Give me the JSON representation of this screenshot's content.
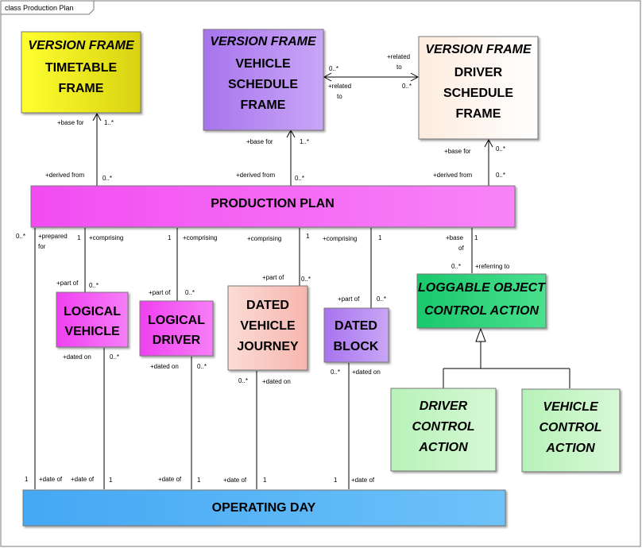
{
  "frame_title": "class Production Plan",
  "colors": {
    "timetable": "#f2ee22",
    "vehicle_schedule": "#b487f0",
    "driver_schedule": "#fdf2ea",
    "production_plan": "#f45af4",
    "logical": "#f45af4",
    "dated_journey": "#fbd2cc",
    "dated_block": "#b487f0",
    "loggable": "#2ad27a",
    "control_action": "#c4f5c4",
    "operating_day": "#4fb0f5"
  },
  "classes": {
    "timetable_frame": {
      "stereotype": "VERSION FRAME",
      "name_lines": [
        "TIMETABLE",
        "FRAME"
      ]
    },
    "vehicle_schedule_frame": {
      "stereotype": "VERSION FRAME",
      "name_lines": [
        "VEHICLE",
        "SCHEDULE",
        "FRAME"
      ]
    },
    "driver_schedule_frame": {
      "stereotype": "VERSION FRAME",
      "name_lines": [
        "DRIVER",
        "SCHEDULE",
        "FRAME"
      ]
    },
    "production_plan": {
      "name_lines": [
        "PRODUCTION PLAN"
      ]
    },
    "logical_vehicle": {
      "name_lines": [
        "LOGICAL",
        "VEHICLE"
      ]
    },
    "logical_driver": {
      "name_lines": [
        "LOGICAL",
        "DRIVER"
      ]
    },
    "dated_vehicle_journey": {
      "name_lines": [
        "DATED",
        "VEHICLE",
        "JOURNEY"
      ]
    },
    "dated_block": {
      "name_lines": [
        "DATED",
        "BLOCK"
      ]
    },
    "loggable_object_control_action": {
      "name_lines": [
        "LOGGABLE OBJECT",
        "CONTROL ACTION"
      ]
    },
    "driver_control_action": {
      "name_lines": [
        "DRIVER",
        "CONTROL",
        "ACTION"
      ]
    },
    "vehicle_control_action": {
      "name_lines": [
        "VEHICLE",
        "CONTROL",
        "ACTION"
      ]
    },
    "operating_day": {
      "name_lines": [
        "OPERATING DAY"
      ]
    }
  },
  "labels": {
    "base_for": "+base for",
    "derived_from": "+derived from",
    "mult_1_many": "1..*",
    "mult_0_many": "0..*",
    "mult_1": "1",
    "related_to": "+related",
    "to": "to",
    "prepared": "+prepared",
    "for": "for",
    "comprising": "+comprising",
    "part_of": "+part of",
    "base": "+base",
    "of": "of",
    "referring_to": "+referring to",
    "dated_on": "+dated on",
    "date_of": "+date of"
  }
}
